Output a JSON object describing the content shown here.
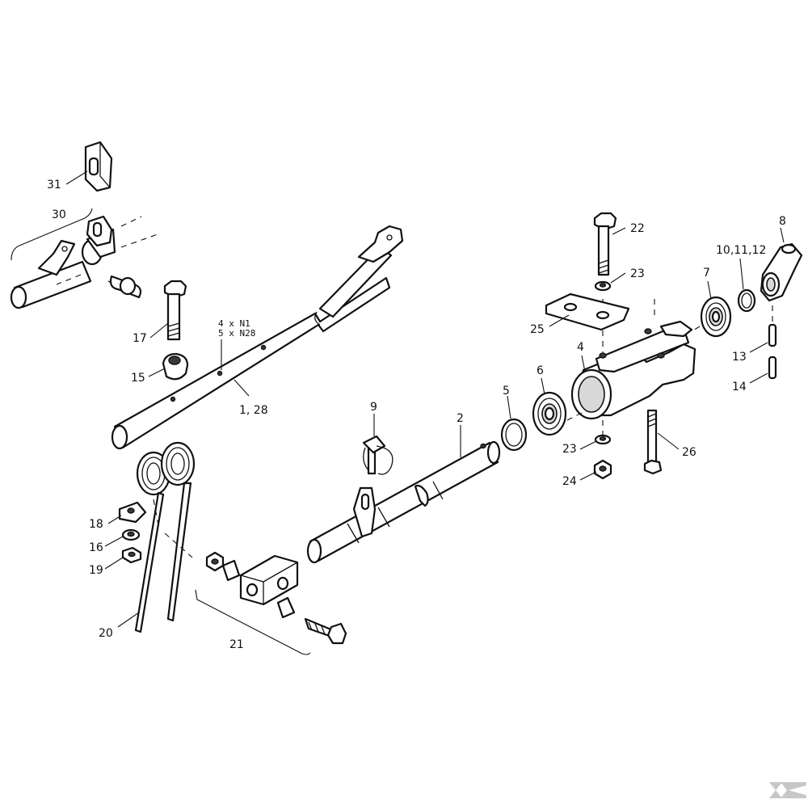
{
  "labels": {
    "l31": "31",
    "l30": "30",
    "l17": "17",
    "l15": "15",
    "l1_28": "1, 28",
    "l18": "18",
    "l16": "16",
    "l19": "19",
    "l20": "20",
    "l21": "21",
    "l9": "9",
    "l2": "2",
    "l5": "5",
    "l6": "6",
    "l4": "4",
    "l25": "25",
    "l22": "22",
    "l23a": "23",
    "l7": "7",
    "l10_11_12": "10,11,12",
    "l8": "8",
    "l13": "13",
    "l14": "14",
    "l23b": "23",
    "l24": "24",
    "l26": "26"
  },
  "notes": {
    "n1": "4 x N1",
    "n2": "5 x N28"
  },
  "icons": {
    "corner_logo": "k-arrow-logo-icon"
  },
  "colors": {
    "line": "#111111",
    "background": "#ffffff",
    "shade": "#d8d8d8",
    "logo": "#c7c7c7"
  }
}
